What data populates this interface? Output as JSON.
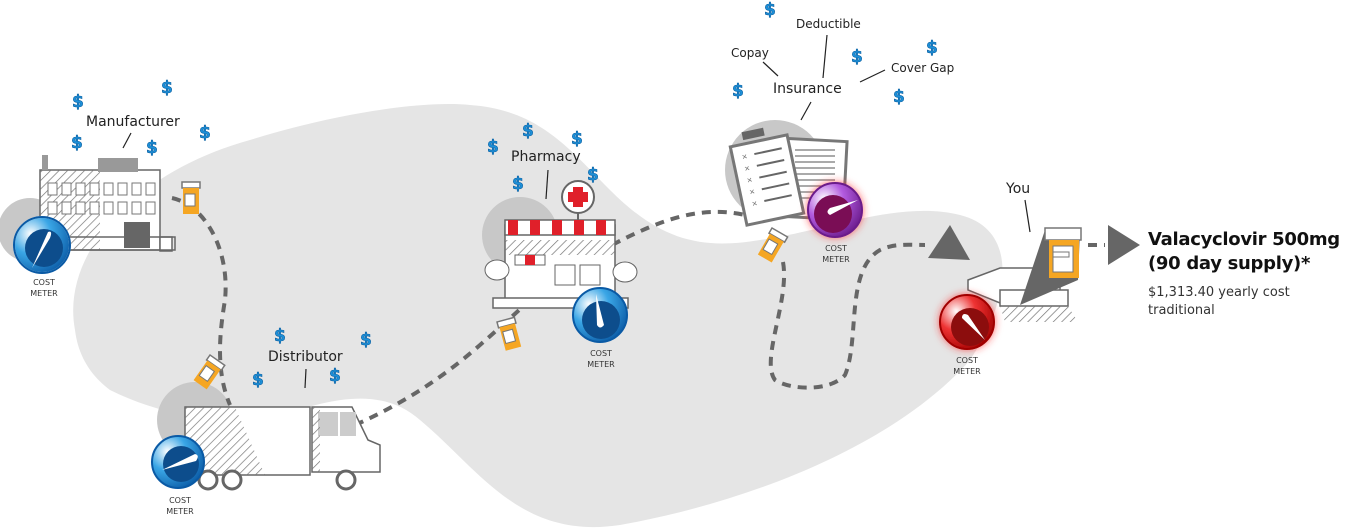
{
  "stages": [
    {
      "id": "manufacturer",
      "label": "Manufacturer",
      "meter_label_line1": "COST",
      "meter_label_line2": "METER",
      "meter_color": "blue"
    },
    {
      "id": "distributor",
      "label": "Distributor",
      "meter_label_line1": "COST",
      "meter_label_line2": "METER",
      "meter_color": "blue"
    },
    {
      "id": "pharmacy",
      "label": "Pharmacy",
      "meter_label_line1": "COST",
      "meter_label_line2": "METER",
      "meter_color": "blue"
    },
    {
      "id": "insurance",
      "label": "Insurance",
      "meter_label_line1": "COST",
      "meter_label_line2": "METER",
      "meter_color": "purple",
      "sub_labels": [
        "Copay",
        "Deductible",
        "Cover Gap"
      ]
    },
    {
      "id": "you",
      "label": "You",
      "meter_label_line1": "COST",
      "meter_label_line2": "METER",
      "meter_color": "red"
    }
  ],
  "dollar_symbol": "$",
  "result": {
    "title_line1": "Valacyclovir 500mg",
    "title_line2": "(90 day supply)*",
    "cost_line1": "$1,313.40 yearly cost",
    "cost_line2": "traditional"
  },
  "colors": {
    "blob": "#e5e5e5",
    "shadow": "#c8c8c8",
    "path": "#666666",
    "bottle": "#f5a623",
    "dollar": "#1e90d8",
    "meter_blue": "#0d4d8c",
    "meter_purple": "#7a0a55",
    "meter_red": "#8c0a0a",
    "pharmacy_red": "#e0202a"
  }
}
